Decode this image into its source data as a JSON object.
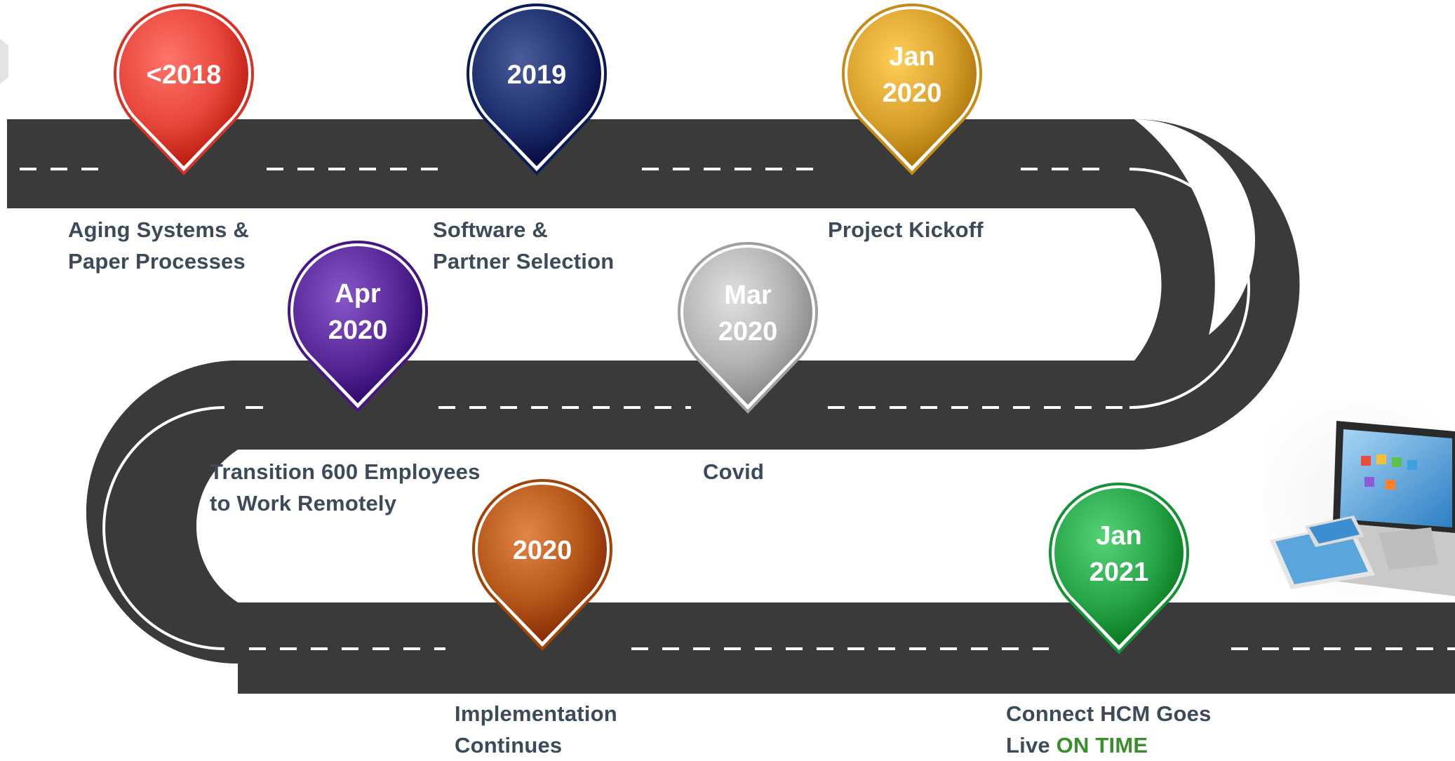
{
  "colors": {
    "road": "#3a3a3a",
    "lane_marking": "#ffffff",
    "label_text": "#3d4a5a",
    "on_time": "#3a8f2c"
  },
  "milestones": [
    {
      "id": "m2018",
      "date_lines": [
        "<2018"
      ],
      "label_lines": [
        "Aging Systems &",
        "Paper Processes"
      ],
      "color": "#e8473c",
      "icon": "map-pin-icon"
    },
    {
      "id": "m2019",
      "date_lines": [
        "2019"
      ],
      "label_lines": [
        "Software &",
        "Partner Selection"
      ],
      "color": "#1e2f6e",
      "icon": "map-pin-icon"
    },
    {
      "id": "mjan2020",
      "date_lines": [
        "Jan",
        "2020"
      ],
      "label_lines": [
        "Project Kickoff"
      ],
      "color": "#d9a12c",
      "icon": "map-pin-icon"
    },
    {
      "id": "mmar2020",
      "date_lines": [
        "Mar",
        "2020"
      ],
      "label_lines": [
        "Covid"
      ],
      "color": "#b4b4b4",
      "icon": "map-pin-icon"
    },
    {
      "id": "mapr2020",
      "date_lines": [
        "Apr",
        "2020"
      ],
      "label_lines": [
        "Transition 600 Employees",
        "to Work Remotely"
      ],
      "color": "#5b2a9a",
      "icon": "map-pin-icon"
    },
    {
      "id": "m2020",
      "date_lines": [
        "2020"
      ],
      "label_lines": [
        "Implementation",
        "Continues"
      ],
      "color": "#b5581a",
      "icon": "map-pin-icon"
    },
    {
      "id": "mjan2021",
      "date_lines": [
        "Jan",
        "2021"
      ],
      "label_lines": [
        "Connect HCM Goes",
        "Live "
      ],
      "label_accent": "ON TIME",
      "color": "#2aa64a",
      "icon": "map-pin-icon"
    }
  ],
  "devices_image": {
    "icon": "laptop-tablet-phone-icon"
  }
}
